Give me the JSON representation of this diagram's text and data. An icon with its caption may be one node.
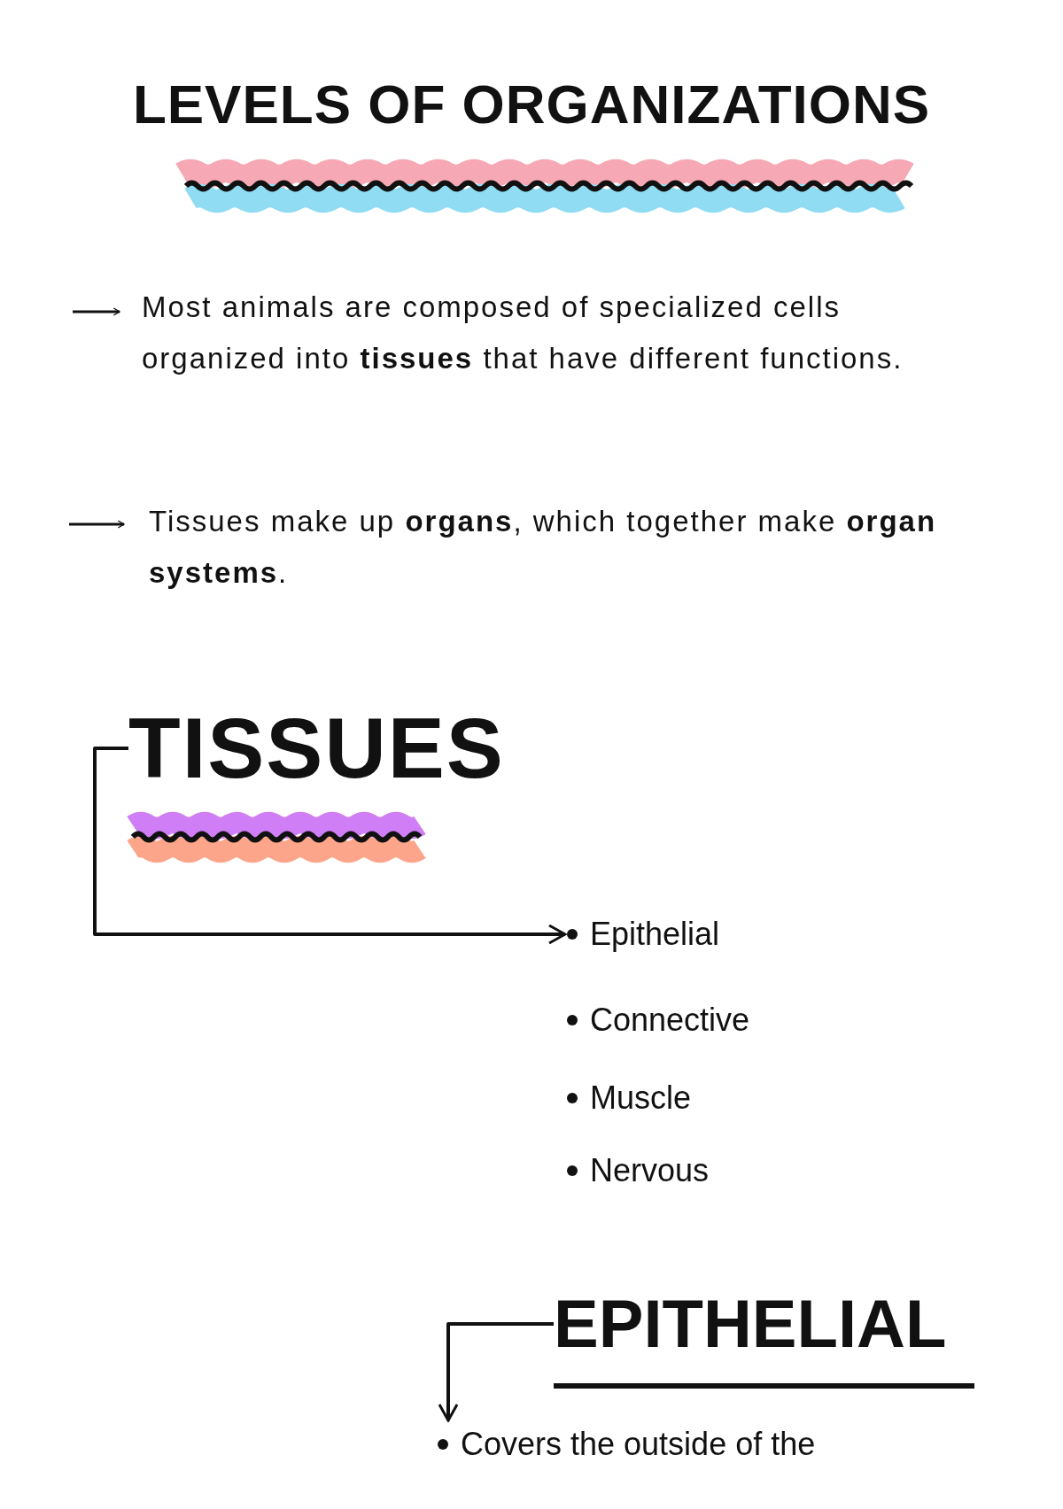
{
  "diagram": {
    "title": "LEVELS OF ORGANIZATIONS",
    "nodes": [
      {
        "text": [
          "TISSUES"
        ]
      },
      {
        "text": [
          "Epithelial"
        ]
      },
      {
        "text": [
          "Connective"
        ]
      },
      {
        "text": [
          "Muscle"
        ]
      },
      {
        "text": [
          "Nervous"
        ]
      },
      {
        "text": [
          "EPITHELIAL"
        ]
      },
      {
        "text": [
          "Covers the outside of the"
        ]
      }
    ],
    "edges": [
      {
        "from": 0,
        "to": 1,
        "arrow": "to"
      },
      {
        "from": 5,
        "to": 6,
        "arrow": "to"
      }
    ],
    "labels": [
      "Most animals are composed of specialized cells organized into **tissues** that have different functions.",
      "Tissues make up **organs**, which together make **organ systems**."
    ]
  }
}
